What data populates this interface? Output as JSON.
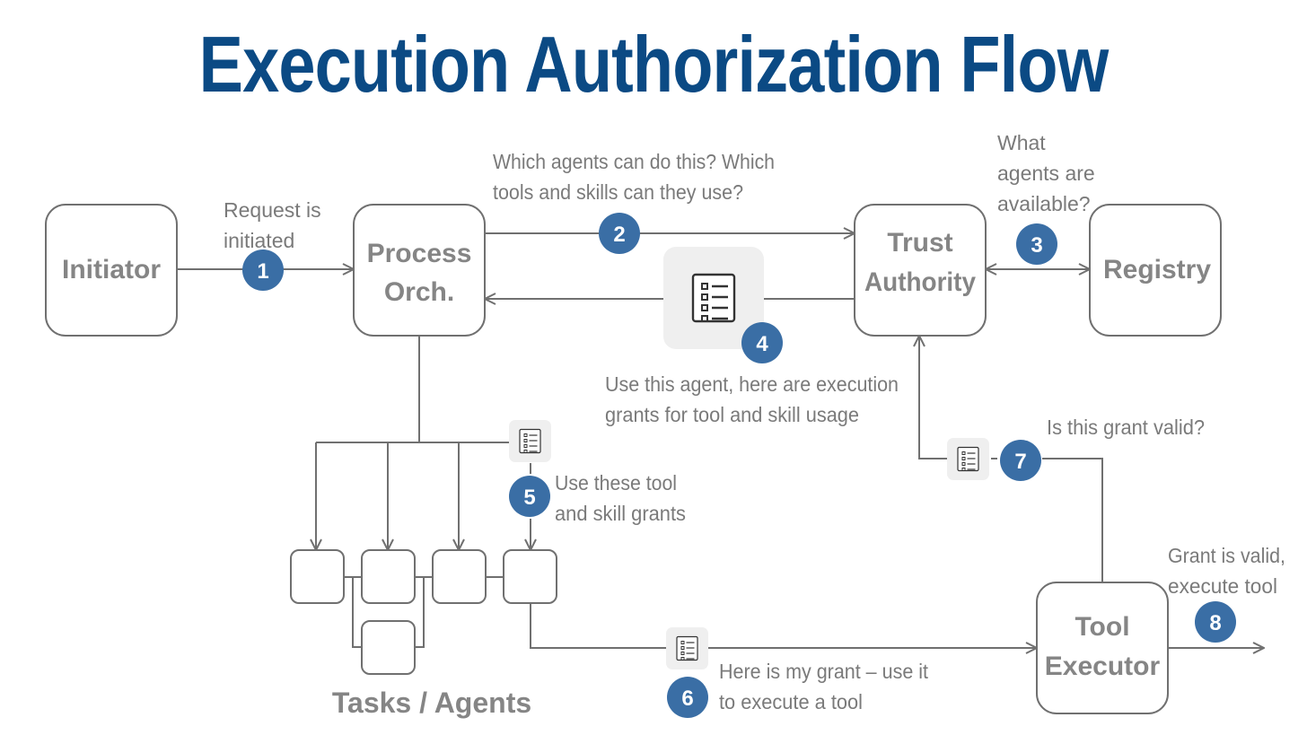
{
  "title": "Execution Authorization Flow",
  "nodes": {
    "initiator": [
      "Initiator"
    ],
    "process_orch": [
      "Process",
      "Orch."
    ],
    "trust_authority": [
      "Trust",
      "Authority"
    ],
    "registry": [
      "Registry"
    ],
    "tool_executor": [
      "Tool",
      "Executor"
    ]
  },
  "group_label": "Tasks / Agents",
  "steps": [
    {
      "number": "1",
      "text": [
        "Request is",
        "initiated"
      ]
    },
    {
      "number": "2",
      "text": [
        "Which agents can do this? Which",
        "tools and skills can they use?"
      ]
    },
    {
      "number": "3",
      "text": [
        "What",
        "agents are",
        "available?"
      ]
    },
    {
      "number": "4",
      "text": [
        "Use this agent, here are execution",
        "grants for tool and skill usage"
      ]
    },
    {
      "number": "5",
      "text": [
        "Use these tool",
        "and skill grants"
      ]
    },
    {
      "number": "6",
      "text": [
        "Here is my grant – use it",
        "to execute a tool"
      ]
    },
    {
      "number": "7",
      "text": [
        "Is this grant valid?"
      ]
    },
    {
      "number": "8",
      "text": [
        "Grant is valid,",
        "execute tool"
      ]
    }
  ],
  "colors": {
    "title": "#0b4a84",
    "badge": "#3a6ea5",
    "node_text": "#858585",
    "note_text": "#7a7a7a",
    "line": "#707070"
  },
  "icons": [
    "checklist-document-icon"
  ]
}
